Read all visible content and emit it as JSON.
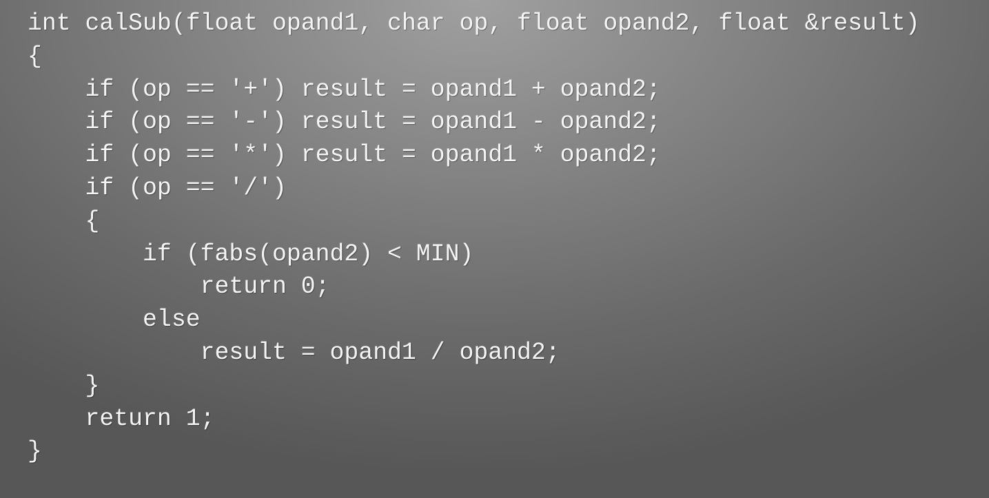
{
  "slide": {
    "code_lines": [
      "int calSub(float opand1, char op, float opand2, float &result)",
      "{",
      "    if (op == '+') result = opand1 + opand2;",
      "    if (op == '-') result = opand1 - opand2;",
      "    if (op == '*') result = opand1 * opand2;",
      "    if (op == '/')",
      "    {",
      "        if (fabs(opand2) < MIN)",
      "            return 0;",
      "        else",
      "            result = opand1 / opand2;",
      "    }",
      "    return 1;",
      "}"
    ]
  }
}
